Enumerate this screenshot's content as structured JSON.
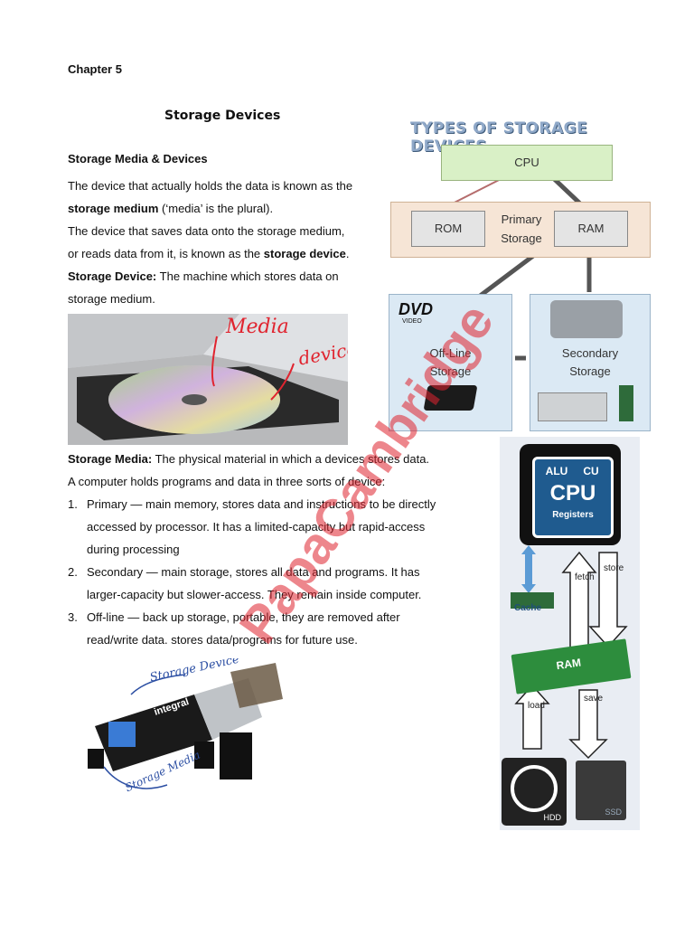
{
  "chapter": "Chapter 5",
  "title": "Storage Devices",
  "section_heading": "Storage Media & Devices",
  "paragraphs": {
    "p1_a": "The device that actually holds the data is known as the",
    "p1_b_bold": "storage medium",
    "p1_b_rest": " (‘media’ is the plural).",
    "p2_a": "The device that saves data onto the storage medium,",
    "p2_b": "or reads data from it, is known as the ",
    "p2_b_bold": "storage device",
    "p2_b_end": ".",
    "p3_bold": "Storage Device:",
    "p3_rest": " The machine which stores data on",
    "p3_b": "storage medium.",
    "p4_bold": "Storage Media:",
    "p4_rest": " The physical material in which a devices stores data.",
    "p5": "A computer holds programs and data in three sorts of device:"
  },
  "list": [
    {
      "num": "1.",
      "lines": [
        "Primary — main memory, stores data and instructions to be directly",
        "accessed by processor. It has a limited-capacity but rapid-access",
        "during processing"
      ]
    },
    {
      "num": "2.",
      "lines": [
        "Secondary — main storage, stores all data and programs. It has",
        "larger-capacity but slower-access. They remain inside computer."
      ]
    },
    {
      "num": "3.",
      "lines": [
        "Off-line — back up storage, portable, they are removed after",
        "read/write data. stores data/programs for future use."
      ]
    }
  ],
  "diagram": {
    "title": "TYPES OF STORAGE DEVICES",
    "cpu": "CPU",
    "rom": "ROM",
    "primary_line1": "Primary",
    "primary_line2": "Storage",
    "ram": "RAM",
    "offline_line1": "Off-Line",
    "offline_line2": "Storage",
    "secondary_line1": "Secondary",
    "secondary_line2": "Storage",
    "dvd_logo": "DVD",
    "dvd_sub": "VIDEO"
  },
  "hierarchy": {
    "alu": "ALU",
    "cu": "CU",
    "cpu": "CPU",
    "registers": "Registers",
    "cache": "Cache",
    "ram": "RAM",
    "fetch": "fetch",
    "store": "store",
    "load": "load",
    "save": "save",
    "hdd": "HDD",
    "ssd": "SSD"
  },
  "photo1_annotations": {
    "media": "Media",
    "device": "device"
  },
  "photo2_annotations": {
    "device": "Storage Device",
    "media": "Storage Media",
    "brand": "integral"
  },
  "watermark": "PapaCambridge",
  "colors": {
    "watermark": "#e0242f",
    "diagram_cpu": "#d9f0c6",
    "diagram_primary": "#f6e5d6",
    "diagram_storage": "#dbe9f4"
  }
}
